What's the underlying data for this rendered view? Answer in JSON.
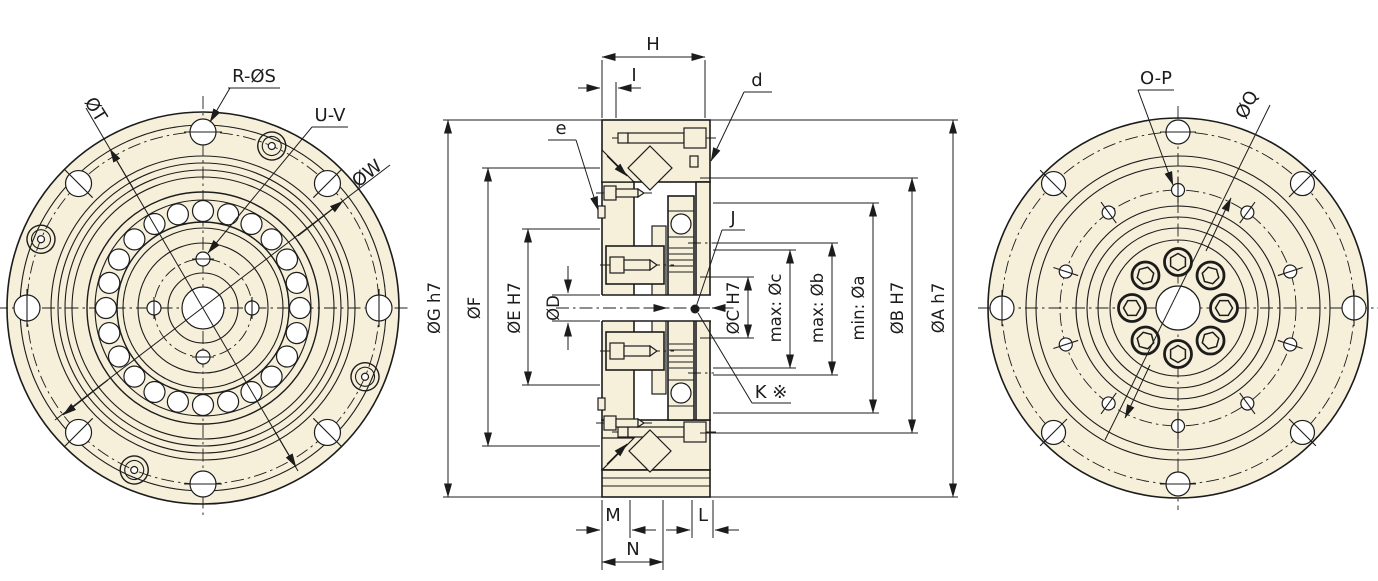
{
  "drawing": {
    "type": "mechanical-engineering-drawing",
    "background": "#ffffff",
    "part_fill": "#f6efda",
    "line_color": "#1c1c1c",
    "front_view": {
      "labels": {
        "bolt_holes": "R-ØS",
        "dowel_circle": "ØT",
        "center_holes": "U-V",
        "bolt_circle": "ØW"
      }
    },
    "section_view": {
      "top_dims": {
        "width": "H",
        "lip": "I"
      },
      "callout_d": "d",
      "callout_e": "e",
      "callout_j": "J",
      "callout_k": "K ※",
      "left_dims": {
        "g": "ØG h7",
        "f": "ØF",
        "e": "ØE H7",
        "d": "ØD"
      },
      "right_dims": {
        "c": "ØC H7",
        "c_max": "max: Øc",
        "b_max": "max: Øb",
        "a_min": "min: Øa",
        "b": "ØB H7",
        "a": "ØA h7"
      },
      "bottom_dims": {
        "m": "M",
        "n": "N",
        "l": "L"
      }
    },
    "rear_view": {
      "labels": {
        "tapped_holes": "O-P",
        "hole_circle": "ØQ"
      }
    }
  }
}
